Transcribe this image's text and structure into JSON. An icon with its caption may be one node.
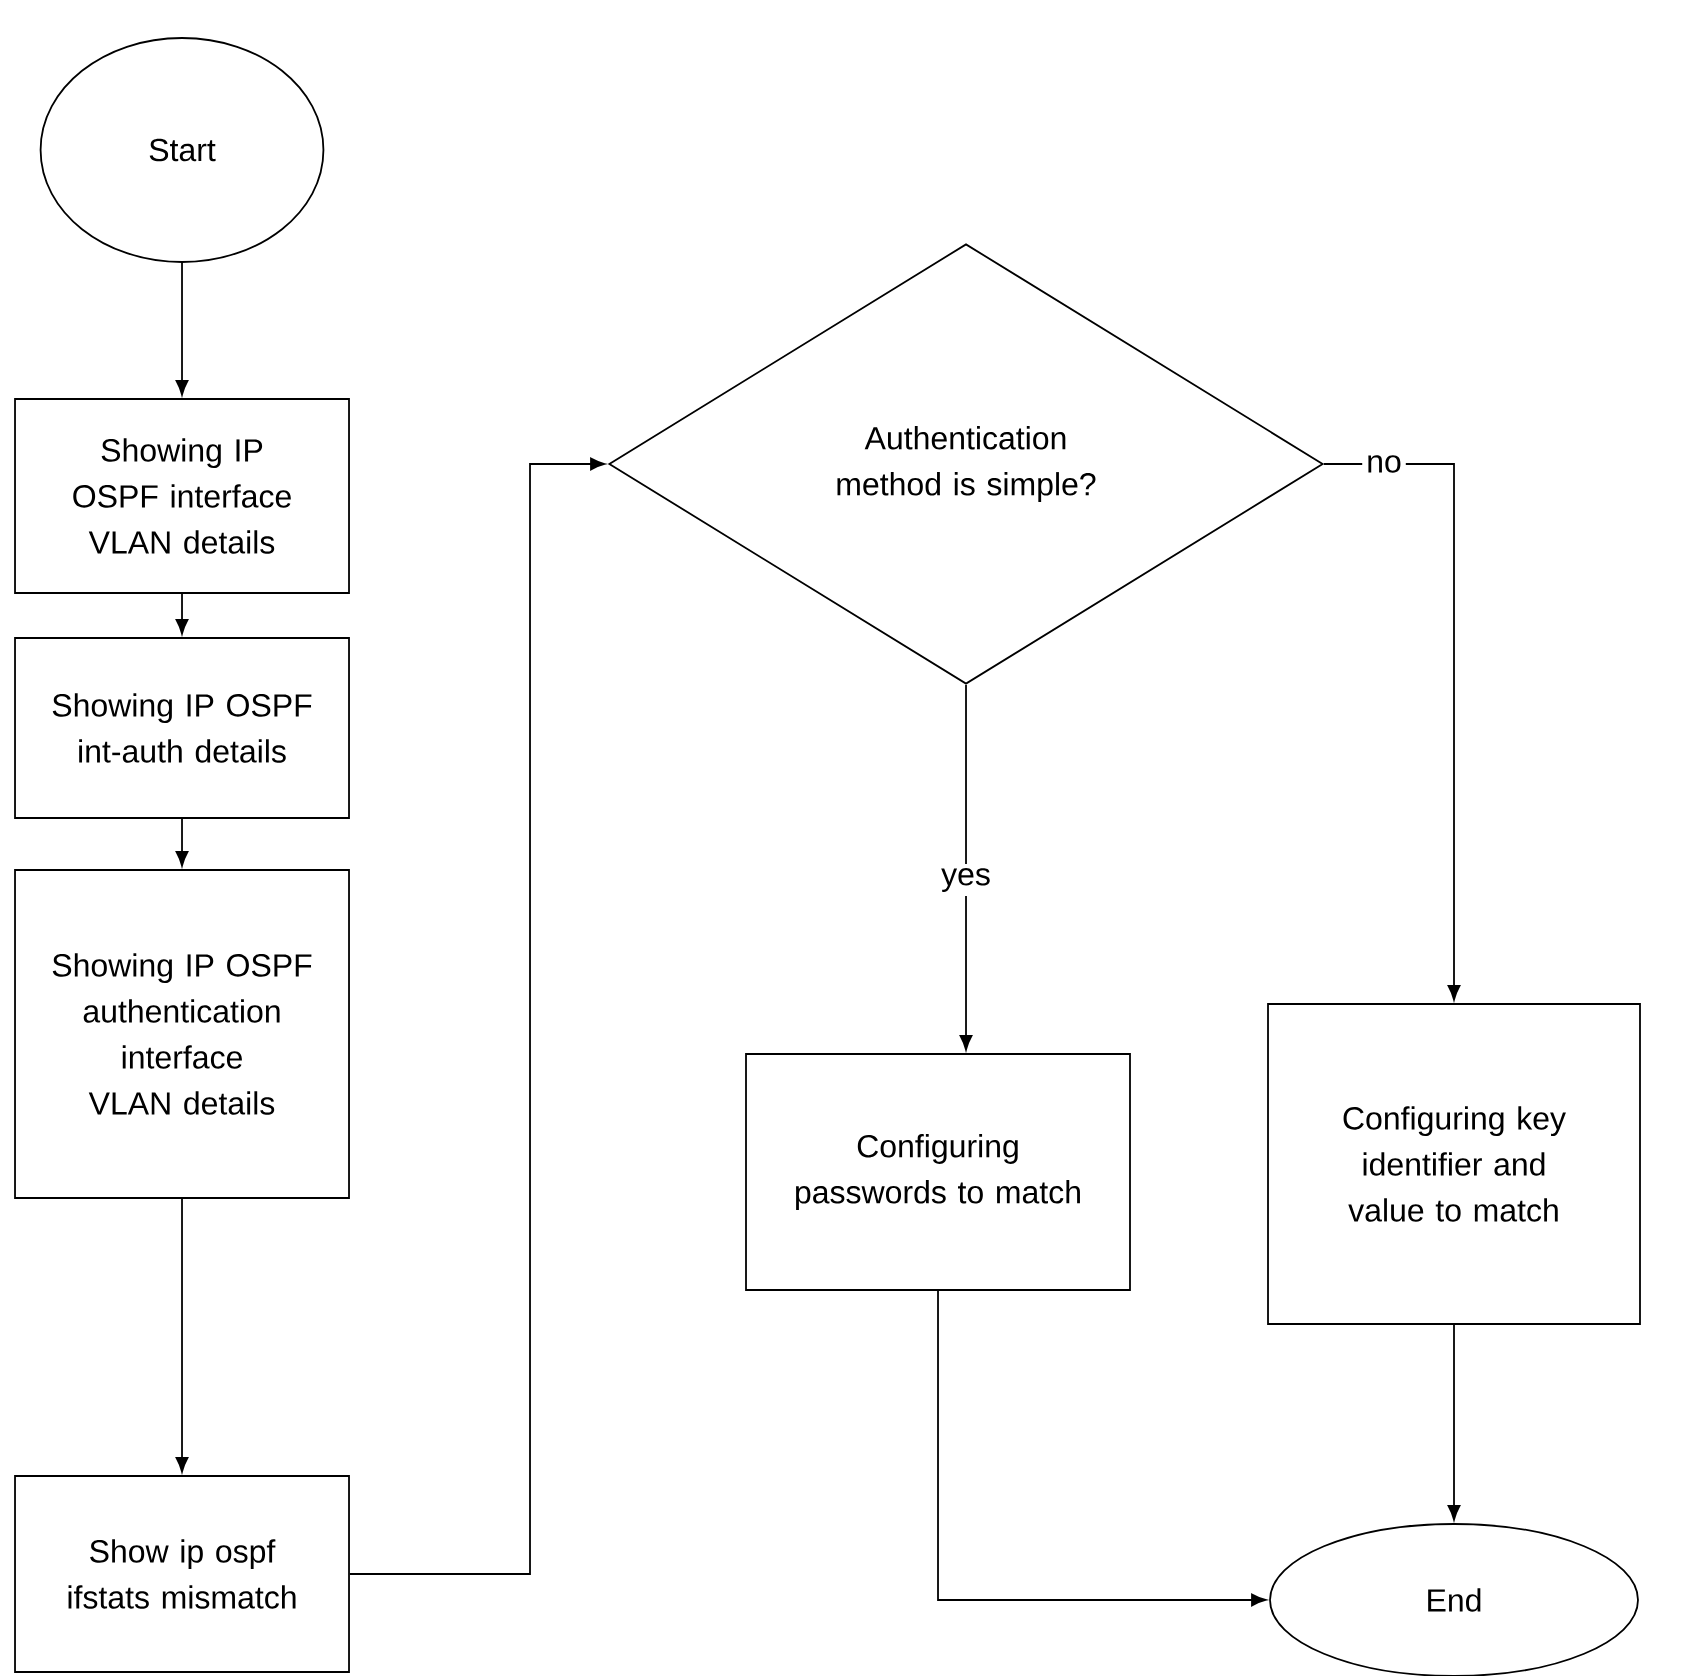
{
  "diagram": {
    "nodes": [
      {
        "text": [
          "Start"
        ]
      },
      {
        "text": [
          "Showing IP OSPF interface VLAN details"
        ]
      },
      {
        "text": [
          "Showing IP OSPF int-auth details"
        ]
      },
      {
        "text": [
          "Showing IP OSPF authentication interface VLAN details"
        ]
      },
      {
        "text": [
          "Show ip ospf ifstats mismatch"
        ]
      },
      {
        "text": [
          "Authentication method is simple?"
        ]
      },
      {
        "text": [
          "Configuring passwords to match"
        ]
      },
      {
        "text": [
          "Configuring key identifier and value to match"
        ]
      },
      {
        "text": [
          "End"
        ]
      }
    ],
    "edges": [
      {
        "from": 0,
        "to": 1,
        "arrow": "to"
      },
      {
        "from": 1,
        "to": 2,
        "arrow": "to"
      },
      {
        "from": 2,
        "to": 3,
        "arrow": "to"
      },
      {
        "from": 3,
        "to": 4,
        "arrow": "to"
      },
      {
        "from": 4,
        "to": 5,
        "arrow": "to"
      },
      {
        "from": 5,
        "to": 6,
        "arrow": "to",
        "label": "yes"
      },
      {
        "from": 5,
        "to": 7,
        "arrow": "to",
        "label": "no"
      },
      {
        "from": 6,
        "to": 8,
        "arrow": "to"
      },
      {
        "from": 7,
        "to": 8,
        "arrow": "to"
      }
    ]
  }
}
